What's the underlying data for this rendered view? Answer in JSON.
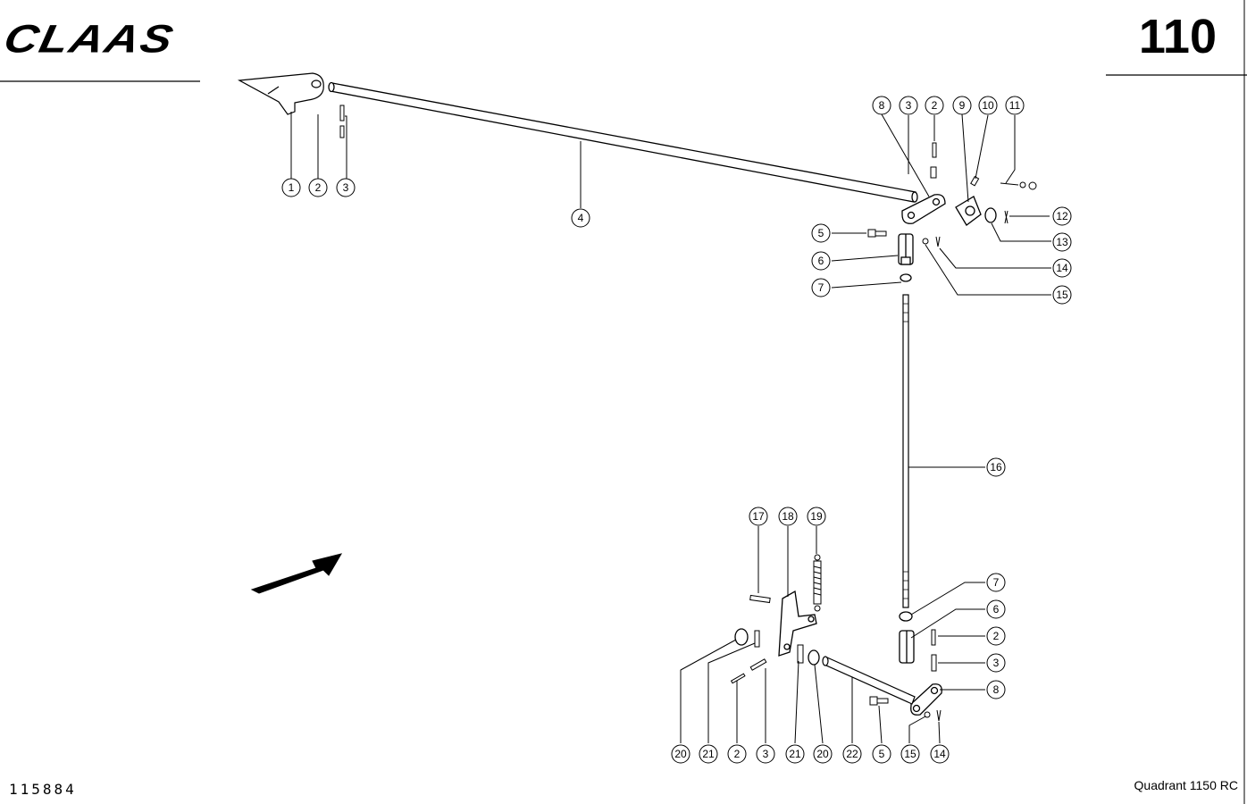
{
  "header": {
    "brand": "CLAAS",
    "page_number": "110"
  },
  "footer": {
    "doc_number": "115884",
    "model": "Quadrant 1150 RC"
  },
  "callouts": [
    {
      "id": "c1",
      "label": "1"
    },
    {
      "id": "c2",
      "label": "2"
    },
    {
      "id": "c3",
      "label": "3"
    },
    {
      "id": "c4",
      "label": "4"
    },
    {
      "id": "c8",
      "label": "8"
    },
    {
      "id": "c3b",
      "label": "3"
    },
    {
      "id": "c2b",
      "label": "2"
    },
    {
      "id": "c9",
      "label": "9"
    },
    {
      "id": "c10",
      "label": "10"
    },
    {
      "id": "c11",
      "label": "11"
    },
    {
      "id": "c12",
      "label": "12"
    },
    {
      "id": "c13",
      "label": "13"
    },
    {
      "id": "c5",
      "label": "5"
    },
    {
      "id": "c6",
      "label": "6"
    },
    {
      "id": "c7",
      "label": "7"
    },
    {
      "id": "c14",
      "label": "14"
    },
    {
      "id": "c15",
      "label": "15"
    },
    {
      "id": "c16",
      "label": "16"
    },
    {
      "id": "c17",
      "label": "17"
    },
    {
      "id": "c18",
      "label": "18"
    },
    {
      "id": "c19",
      "label": "19"
    },
    {
      "id": "c7b",
      "label": "7"
    },
    {
      "id": "c6b",
      "label": "6"
    },
    {
      "id": "c2c",
      "label": "2"
    },
    {
      "id": "c3c",
      "label": "3"
    },
    {
      "id": "c8b",
      "label": "8"
    },
    {
      "id": "c20",
      "label": "20"
    },
    {
      "id": "c21",
      "label": "21"
    },
    {
      "id": "c2d",
      "label": "2"
    },
    {
      "id": "c3d",
      "label": "3"
    },
    {
      "id": "c21b",
      "label": "21"
    },
    {
      "id": "c20b",
      "label": "20"
    },
    {
      "id": "c22",
      "label": "22"
    },
    {
      "id": "c5b",
      "label": "5"
    },
    {
      "id": "c15b",
      "label": "15"
    },
    {
      "id": "c14b",
      "label": "14"
    }
  ]
}
